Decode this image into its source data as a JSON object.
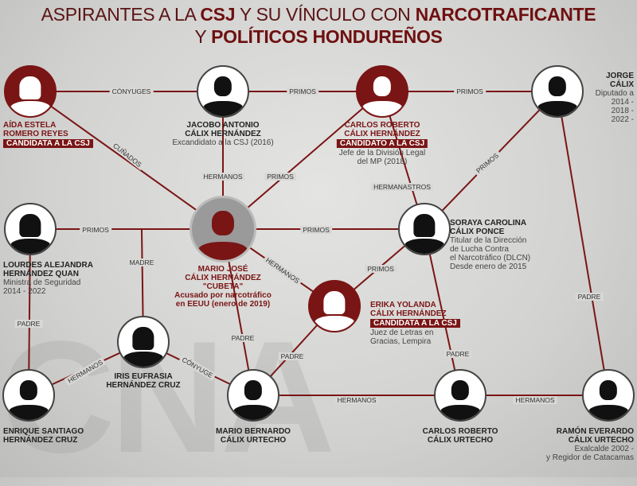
{
  "title": {
    "line1_parts": [
      "ASPIRANTES A LA ",
      "CSJ",
      " Y SU VÍNCULO CON ",
      "NARCOTRAFICANTE"
    ],
    "line2_parts": [
      "Y ",
      "POLÍTICOS HONDUREÑOS"
    ]
  },
  "colors": {
    "accent": "#7a1515",
    "line": "#7a1515",
    "text": "#222222"
  },
  "people": [
    {
      "id": "aida",
      "name": [
        "AÍDA ESTELA",
        "ROMERO REYES"
      ],
      "tag": "CANDIDATA A LA CSJ",
      "desc": [],
      "style": "red",
      "icon": "female-silhouette-icon"
    },
    {
      "id": "jacobo",
      "name": [
        "JACOBO ANTONIO",
        "CÁLIX HERNÁNDEZ"
      ],
      "tag": "",
      "desc": [
        "Excandidato a la CSJ (2016)"
      ],
      "style": "white",
      "icon": "male-silhouette-icon"
    },
    {
      "id": "carlos_ch",
      "name": [
        "CARLOS ROBERTO",
        "CÁLIX HERNÁNDEZ"
      ],
      "tag": "CANDIDATO A LA CSJ",
      "desc": [
        "Jefe de la División Legal",
        "del MP (2018)"
      ],
      "style": "red",
      "icon": "male-silhouette-icon"
    },
    {
      "id": "jorge",
      "name": [
        "JORGE",
        "CÁLIX"
      ],
      "tag": "",
      "desc": [
        "Diputado a",
        "2014 -",
        "2018 -",
        "2022 -"
      ],
      "style": "white",
      "icon": "male-silhouette-icon"
    },
    {
      "id": "lourdes",
      "name": [
        "LOURDES ALEJANDRA",
        "HERNÁNDEZ QUAN"
      ],
      "tag": "",
      "desc": [
        "Ministra de Seguridad",
        "2014 - 2022"
      ],
      "style": "white",
      "icon": "female-silhouette-icon"
    },
    {
      "id": "mario_jose",
      "name": [
        "MARIO JOSÉ",
        "CÁLIX HERNÁNDEZ"
      ],
      "nick": "\"CUBETA\"",
      "tag": "",
      "desc": [
        "Acusado por narcotráfico",
        "en EEUU (enero de 2019)"
      ],
      "style": "grey",
      "icon": "male-silhouette-icon"
    },
    {
      "id": "soraya",
      "name": [
        "SORAYA CAROLINA",
        "CÁLIX PONCE"
      ],
      "tag": "",
      "desc": [
        "Titular de la Dirección",
        "de Lucha Contra",
        "el Narcotráfico (DLCN)",
        "Desde enero de 2015"
      ],
      "style": "white",
      "icon": "female-silhouette-icon"
    },
    {
      "id": "erika",
      "name": [
        "ERIKA YOLANDA",
        "CÁLIX HERNÁNDEZ"
      ],
      "tag": "CANDIDATA A LA CSJ",
      "desc": [
        "Juez de Letras en",
        "Gracias, Lempira"
      ],
      "style": "red",
      "icon": "female-silhouette-icon"
    },
    {
      "id": "iris",
      "name": [
        "IRIS EUFRASIA",
        "HERNÁNDEZ CRUZ"
      ],
      "tag": "",
      "desc": [],
      "style": "white",
      "icon": "female-silhouette-icon"
    },
    {
      "id": "enrique",
      "name": [
        "ENRIQUE SANTIAGO",
        "HERNÁNDEZ CRUZ"
      ],
      "tag": "",
      "desc": [],
      "style": "white",
      "icon": "male-silhouette-icon"
    },
    {
      "id": "mario_bernardo",
      "name": [
        "MARIO BERNARDO",
        "CÁLIX URTECHO"
      ],
      "tag": "",
      "desc": [],
      "style": "white",
      "icon": "male-silhouette-icon"
    },
    {
      "id": "carlos_cu",
      "name": [
        "CARLOS ROBERTO",
        "CÁLIX URTECHO"
      ],
      "tag": "",
      "desc": [],
      "style": "white",
      "icon": "male-silhouette-icon"
    },
    {
      "id": "ramon",
      "name": [
        "RAMÓN EVERARDO",
        "CÁLIX URTECHO"
      ],
      "tag": "",
      "desc": [
        "Exalcalde 2002 -",
        "y Regidor de Catacamas"
      ],
      "style": "white",
      "icon": "male-silhouette-icon"
    }
  ],
  "relations": [
    {
      "from": "aida",
      "to": "jacobo",
      "label": "CÓNYUGES"
    },
    {
      "from": "jacobo",
      "to": "carlos_ch",
      "label": "PRIMOS"
    },
    {
      "from": "carlos_ch",
      "to": "jorge",
      "label": "PRIMOS"
    },
    {
      "from": "aida",
      "to": "mario_jose",
      "label": "CUÑADOS"
    },
    {
      "from": "jacobo",
      "to": "mario_jose",
      "label": "HERMANOS"
    },
    {
      "from": "carlos_ch",
      "to": "mario_jose",
      "label": "PRIMOS"
    },
    {
      "from": "carlos_ch",
      "to": "soraya",
      "label": "HERMANASTROS"
    },
    {
      "from": "jorge",
      "to": "soraya",
      "label": "PRIMOS"
    },
    {
      "from": "lourdes",
      "to": "mario_jose",
      "label": "PRIMOS"
    },
    {
      "from": "mario_jose",
      "to": "soraya",
      "label": "PRIMOS"
    },
    {
      "from": "mario_jose",
      "to": "erika",
      "label": "HERMANOS"
    },
    {
      "from": "soraya",
      "to": "erika",
      "label": "PRIMOS"
    },
    {
      "from": "mario_jose",
      "to": "mario_bernardo",
      "label": "PADRE"
    },
    {
      "from": "erika",
      "to": "mario_bernardo",
      "label": "PADRE"
    },
    {
      "from": "soraya",
      "to": "carlos_cu",
      "label": "PADRE"
    },
    {
      "from": "jorge",
      "to": "ramon",
      "label": "PADRE"
    },
    {
      "from": "lourdes",
      "to": "enrique",
      "label": "PADRE"
    },
    {
      "from": "iris",
      "to": "mario_jose",
      "label": "MADRE"
    },
    {
      "from": "iris",
      "to": "enrique",
      "label": "HERMANOS"
    },
    {
      "from": "iris",
      "to": "mario_bernardo",
      "label": "CÓNYUGE"
    },
    {
      "from": "mario_bernardo",
      "to": "carlos_cu",
      "label": "HERMANOS"
    },
    {
      "from": "carlos_cu",
      "to": "ramon",
      "label": "HERMANOS"
    }
  ]
}
